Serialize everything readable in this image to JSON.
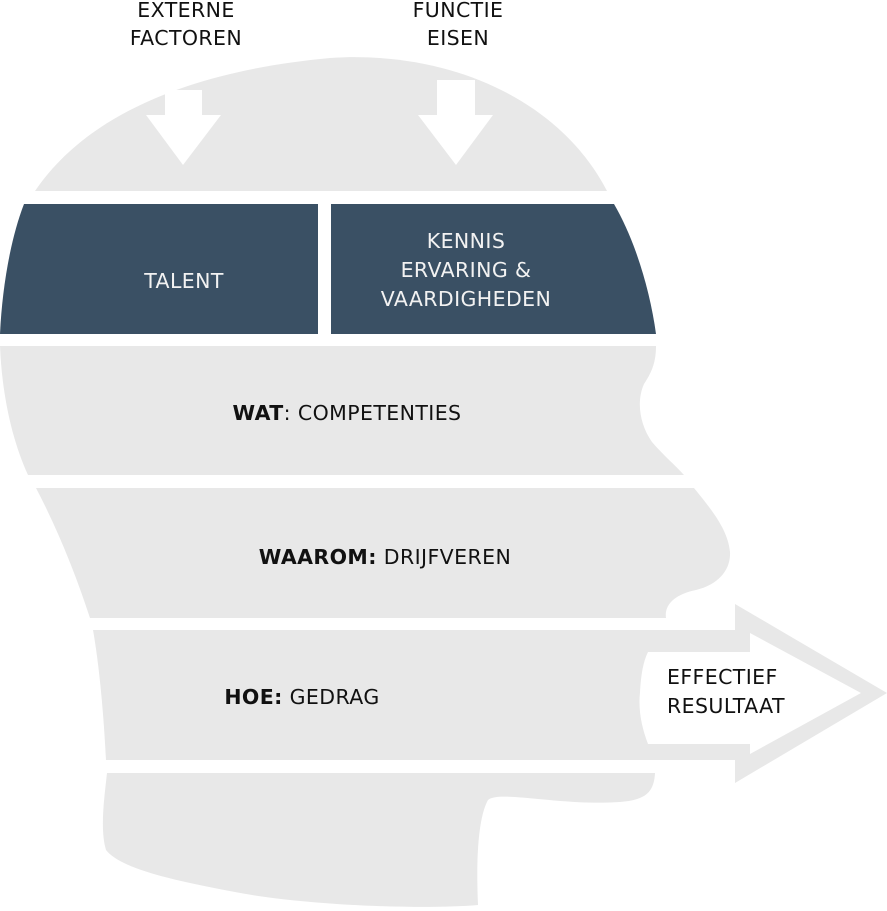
{
  "inputs": {
    "external": {
      "line1": "EXTERNE",
      "line2": "FACTOREN"
    },
    "function": {
      "line1": "FUNCTIE",
      "line2": "EISEN"
    }
  },
  "blocks": {
    "talent": "TALENT",
    "knowledge": {
      "line1": "KENNIS",
      "line2": "ERVARING &",
      "line3": "VAARDIGHEDEN"
    }
  },
  "layers": {
    "wat": {
      "key": "WAT",
      "value": ": COMPETENTIES"
    },
    "waarom": {
      "key": "WAAROM:",
      "value": " DRIJFVEREN"
    },
    "hoe": {
      "key": "HOE:",
      "value": " GEDRAG"
    }
  },
  "output": {
    "line1": "EFFECTIEF",
    "line2": "RESULTAAT"
  },
  "colors": {
    "head": "#e8e8e8",
    "dark": "#3a5064",
    "arrow_bg": "#e8e8e8",
    "text": "#111111",
    "text_light": "#f2f2f2"
  }
}
